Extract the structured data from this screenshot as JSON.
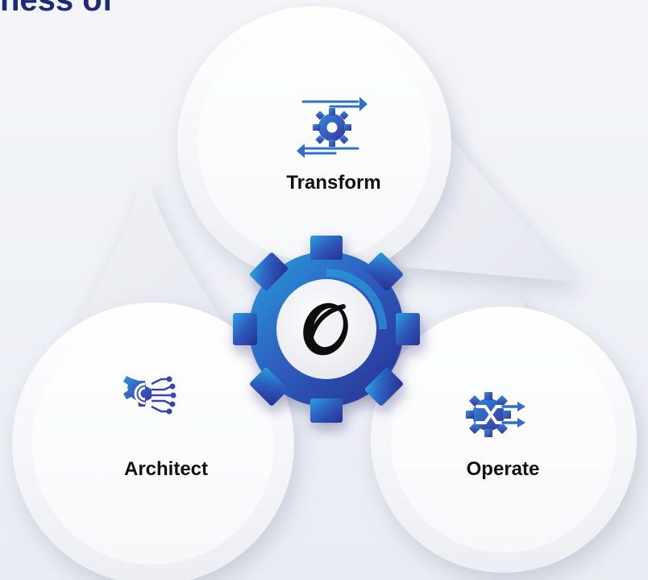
{
  "heading": "ness of",
  "diagram": {
    "center": {
      "logo_icon": "brand-o-logo-icon",
      "gear_icon": "gear-icon"
    },
    "nodes": [
      {
        "id": "transform",
        "label": "Transform",
        "icon": "gear-sync-arrows-icon"
      },
      {
        "id": "architect",
        "label": "Architect",
        "icon": "gear-circuit-icon"
      },
      {
        "id": "operate",
        "label": "Operate",
        "icon": "gear-shuffle-arrows-icon"
      }
    ]
  },
  "colors": {
    "primary": "#3a2fa0",
    "secondary": "#2f8fd6",
    "gear_dark": "#2a2f8f",
    "gear_light": "#2aa3dc",
    "heading": "#1d2a78",
    "label": "#111111"
  }
}
